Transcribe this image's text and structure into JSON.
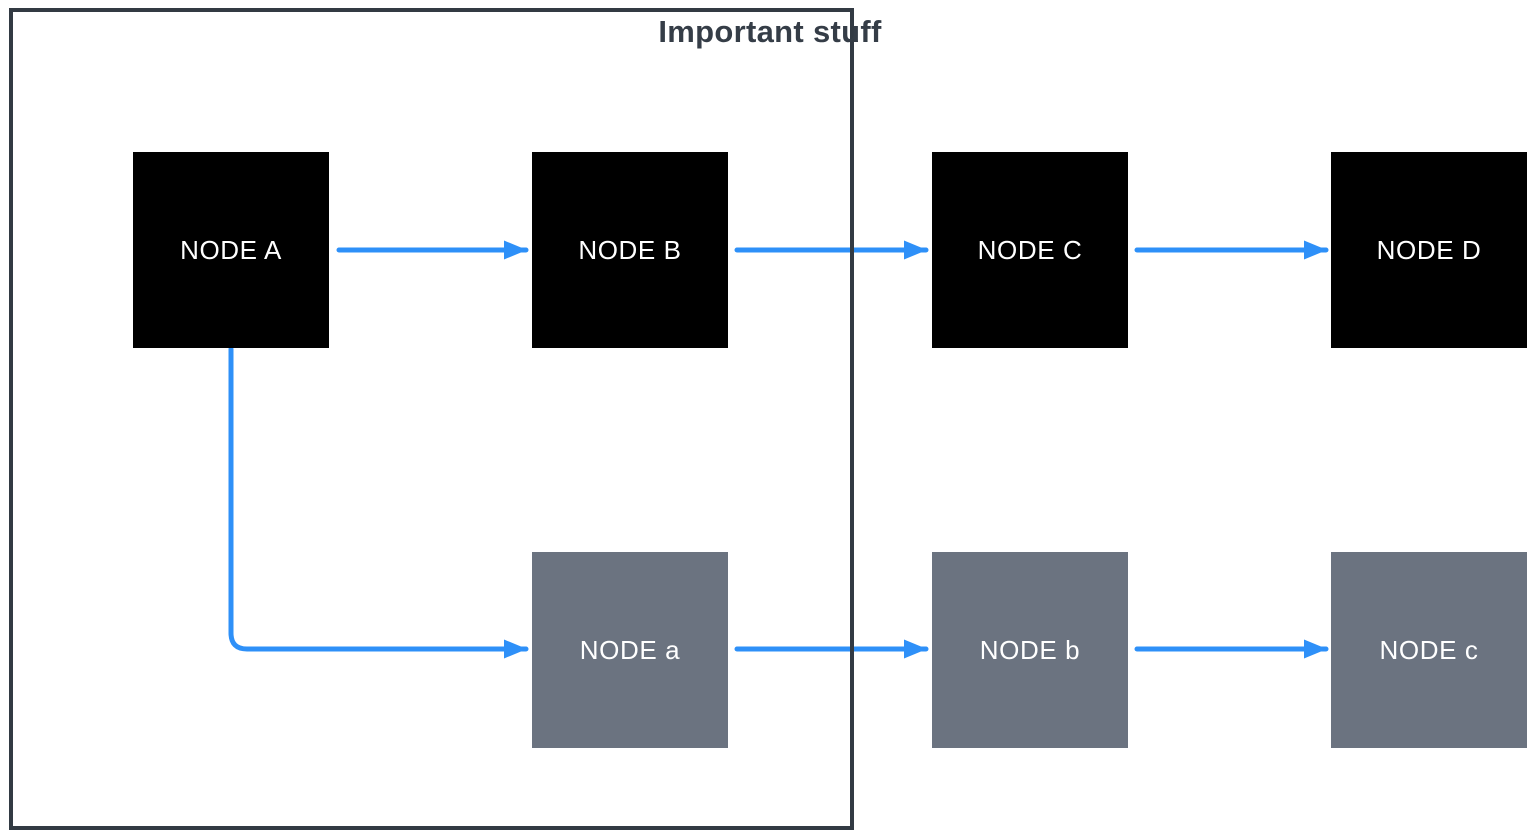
{
  "diagram": {
    "group": {
      "label": "Important stuff",
      "member_node_ids": [
        "A",
        "B",
        "a"
      ]
    },
    "nodes": [
      {
        "id": "A",
        "label": "NODE A",
        "style": "black"
      },
      {
        "id": "B",
        "label": "NODE B",
        "style": "black"
      },
      {
        "id": "C",
        "label": "NODE C",
        "style": "black"
      },
      {
        "id": "D",
        "label": "NODE D",
        "style": "black"
      },
      {
        "id": "a",
        "label": "NODE a",
        "style": "gray"
      },
      {
        "id": "b",
        "label": "NODE b",
        "style": "gray"
      },
      {
        "id": "c",
        "label": "NODE c",
        "style": "gray"
      }
    ],
    "edges": [
      {
        "from": "A",
        "to": "B",
        "shape": "straight"
      },
      {
        "from": "B",
        "to": "C",
        "shape": "straight"
      },
      {
        "from": "C",
        "to": "D",
        "shape": "straight"
      },
      {
        "from": "A",
        "to": "a",
        "shape": "elbow-down-right"
      },
      {
        "from": "a",
        "to": "b",
        "shape": "straight"
      },
      {
        "from": "b",
        "to": "c",
        "shape": "straight"
      }
    ],
    "colors": {
      "node_black": "#000000",
      "node_gray": "#6b7380",
      "node_text": "#ffffff",
      "arrow": "#2e90f8",
      "group_border": "#323a43",
      "group_title_text": "#353d47",
      "background": "#ffffff"
    }
  }
}
